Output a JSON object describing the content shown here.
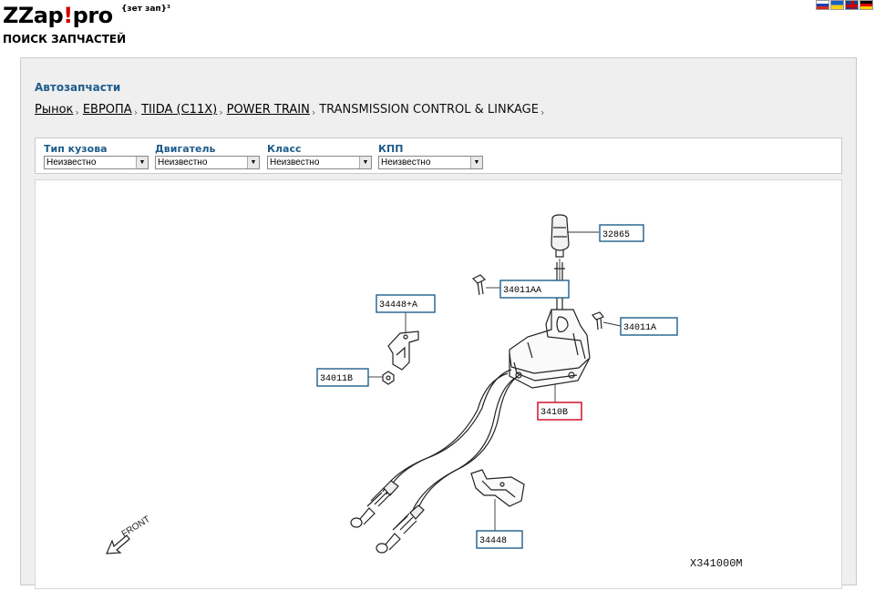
{
  "header": {
    "logo_main": "ZZap",
    "logo_excl": "!",
    "logo_tail": "pro",
    "logo_sup": "{зет зап}³",
    "subtitle": "ПОИСК ЗАПЧАСТЕЙ",
    "languages": [
      {
        "code": "ru",
        "icon": "flag-ru-icon"
      },
      {
        "code": "ua",
        "icon": "flag-ua-icon"
      },
      {
        "code": "gb",
        "icon": "flag-gb-icon"
      },
      {
        "code": "de",
        "icon": "flag-de-icon"
      }
    ]
  },
  "section": {
    "title": "Автозапчасти"
  },
  "breadcrumb": {
    "items": [
      "Рынок",
      "ЕВРОПА",
      "TIIDA (C11X)",
      "POWER TRAIN"
    ],
    "current": "TRANSMISSION CONTROL & LINKAGE",
    "separator": "›"
  },
  "filters": [
    {
      "label": "Тип кузова",
      "value": "Неизвестно"
    },
    {
      "label": "Двигатель",
      "value": "Неизвестно"
    },
    {
      "label": "Класс",
      "value": "Неизвестно"
    },
    {
      "label": "КПП",
      "value": "Неизвестно"
    }
  ],
  "diagram": {
    "parts": [
      {
        "number": "32865",
        "highlighted": false
      },
      {
        "number": "34011AA",
        "highlighted": false
      },
      {
        "number": "34011A",
        "highlighted": false
      },
      {
        "number": "34448+A",
        "highlighted": false
      },
      {
        "number": "34011B",
        "highlighted": false
      },
      {
        "number": "3410B",
        "highlighted": true
      },
      {
        "number": "34448",
        "highlighted": false
      }
    ],
    "front_label": "FRONT",
    "code": "X341000M"
  },
  "colors": {
    "accent": "#1d5c8a",
    "callout_border": "#1f5f8b",
    "callout_highlight": "#d0021b",
    "panel_bg": "#efefef"
  }
}
